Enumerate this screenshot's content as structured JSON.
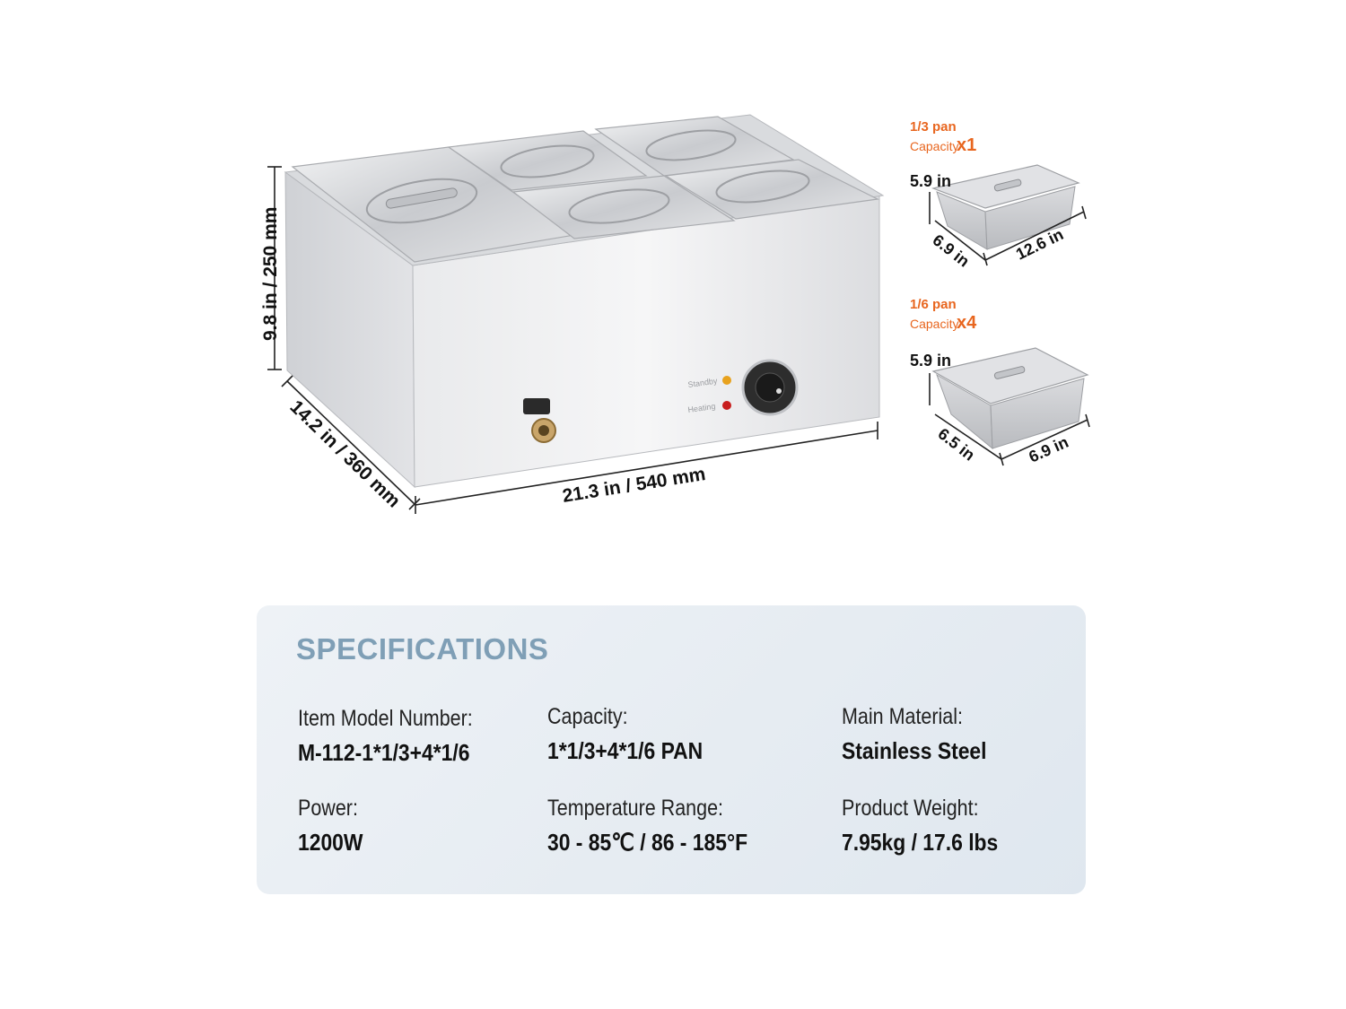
{
  "dimensions": {
    "height": "9.8 in / 250 mm",
    "depth": "14.2 in / 360 mm",
    "width": "21.3 in / 540 mm"
  },
  "control_panel": {
    "standby_label": "Standby",
    "heating_label": "Heating",
    "standby_color": "#e8a21e",
    "heating_color": "#c81e1e"
  },
  "pan_third": {
    "title": "1/3 pan",
    "capacity_label": "Capacity",
    "capacity_count": "x1",
    "height": "5.9 in",
    "depth": "6.9 in",
    "length": "12.6 in"
  },
  "pan_sixth": {
    "title": "1/6 pan",
    "capacity_label": "Capacity",
    "capacity_count": "x4",
    "height": "5.9 in",
    "depth": "6.5 in",
    "length": "6.9 in"
  },
  "specs": {
    "title": "SPECIFICATIONS",
    "items": [
      {
        "label": "Item Model Number:",
        "value": "M-112-1*1/3+4*1/6"
      },
      {
        "label": "Capacity:",
        "value": "1*1/3+4*1/6  PAN"
      },
      {
        "label": "Main Material:",
        "value": "Stainless Steel"
      },
      {
        "label": "Power:",
        "value": "1200W"
      },
      {
        "label": "Temperature Range:",
        "value": "30 - 85℃ / 86 - 185°F"
      },
      {
        "label": "Product Weight:",
        "value": "7.95kg / 17.6 lbs"
      }
    ]
  },
  "colors": {
    "accent_orange": "#e8661f",
    "spec_title": "#7f9fb6",
    "panel_bg": "#e8eef4"
  }
}
